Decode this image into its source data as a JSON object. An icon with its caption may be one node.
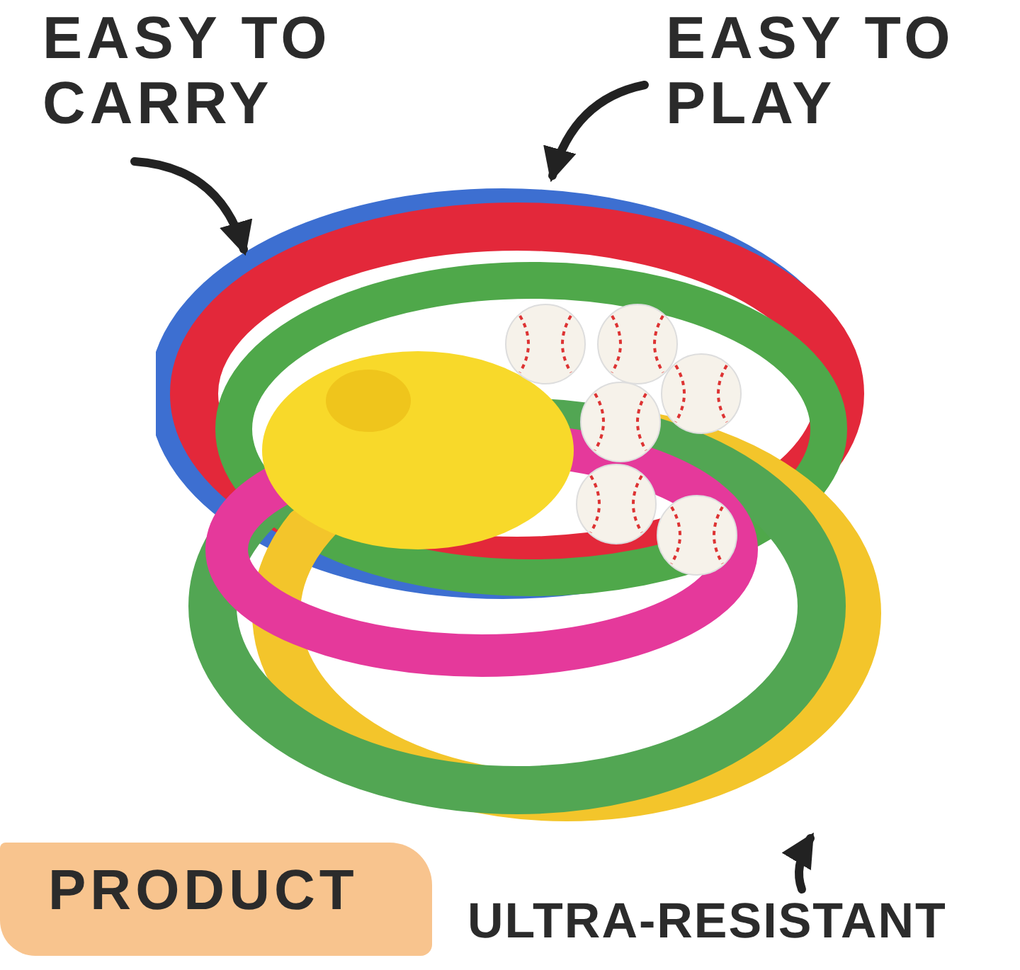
{
  "diagram": {
    "nodes": [
      {
        "text": [
          "EASY TO CARRY"
        ]
      },
      {
        "text": [
          "EASY TO PLAY"
        ]
      },
      {
        "text": [],
        "shape": "picture"
      },
      {
        "text": [
          "PRODUCT"
        ]
      },
      {
        "text": [
          "ULTRA-RESISTANT"
        ]
      }
    ],
    "edges": [
      {
        "from": 0,
        "to": 2,
        "arrow": "to"
      },
      {
        "from": 1,
        "to": 2,
        "arrow": "to"
      },
      {
        "from": 4,
        "to": 2,
        "arrow": "to"
      }
    ]
  }
}
